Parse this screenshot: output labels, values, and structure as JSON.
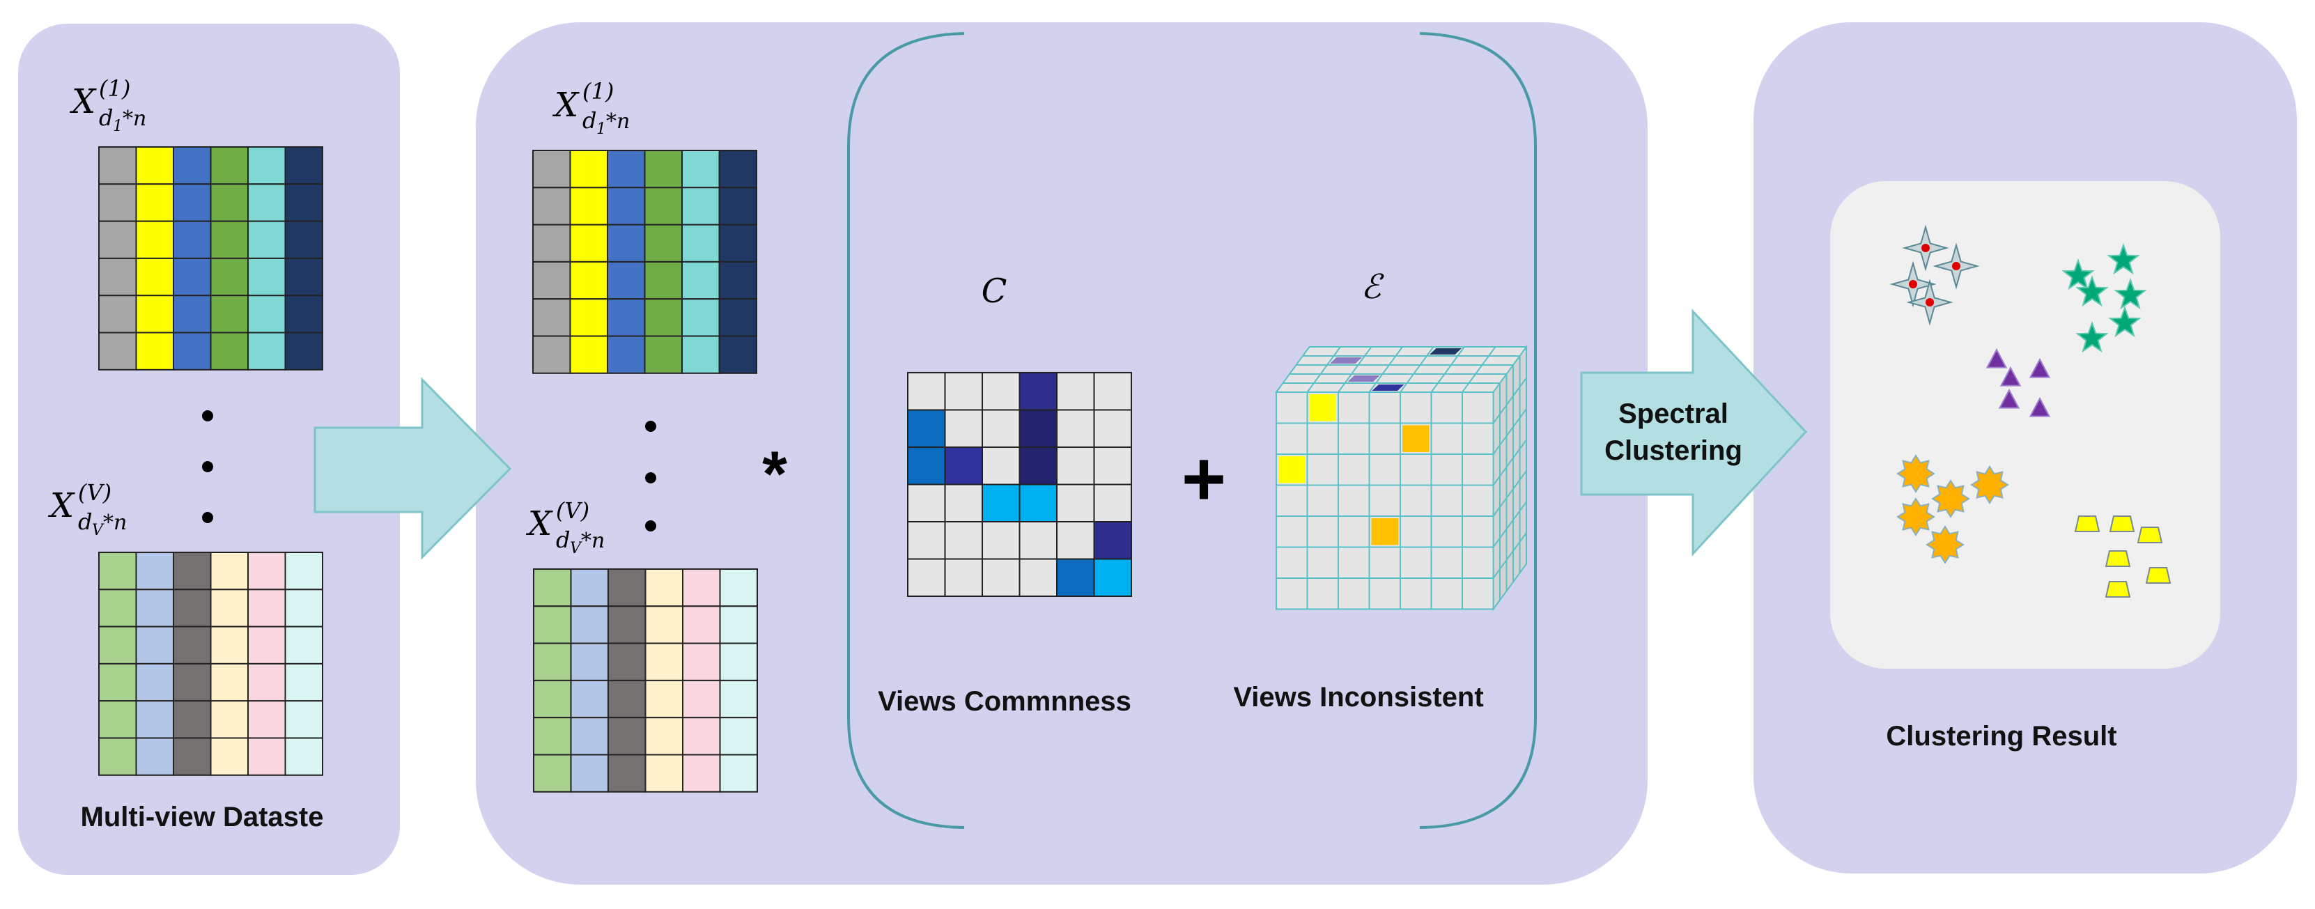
{
  "panel1": {
    "matrix_top_label": {
      "base": "X",
      "sup": "(1)",
      "sub": "d",
      "sub_index": "1",
      "sub_tail": "*n"
    },
    "matrix_bottom_label": {
      "base": "X",
      "sup": "(V)",
      "sub": "d",
      "sub_index": "V",
      "sub_tail": "*n"
    },
    "caption": "Multi-view Dataste",
    "top_matrix_colors": [
      "#a6a6a6",
      "#ffff00",
      "#4472c4",
      "#70ad47",
      "#7fd8d4",
      "#1f3864"
    ],
    "bottom_matrix_colors": [
      "#a9d18e",
      "#b4c6e7",
      "#767171",
      "#fff2cc",
      "#f8d7e0",
      "#d9f5f2"
    ]
  },
  "panel2": {
    "matrix_top_label": {
      "base": "X",
      "sup": "(1)",
      "sub": "d",
      "sub_index": "1",
      "sub_tail": "*n"
    },
    "matrix_bottom_label": {
      "base": "X",
      "sup": "(V)",
      "sub": "d",
      "sub_index": "V",
      "sub_tail": "*n"
    },
    "multiply_symbol": "*",
    "plus_symbol": "+",
    "commonness": {
      "symbol": "C",
      "caption": "Views Commnness"
    },
    "inconsistent": {
      "symbol": "ℰ",
      "caption": "Views Inconsistent"
    }
  },
  "arrow2": {
    "label_line1": "Spectral",
    "label_line2": "Clustering"
  },
  "panel3": {
    "caption": "Clustering Result"
  },
  "colors": {
    "panel_bg": "#d2d2ef",
    "arrow_fill": "#b4dfe2",
    "arrow_stroke": "#7cc4c9",
    "result_box": "#f0f0f0",
    "bracket": "#4a9aa5"
  }
}
